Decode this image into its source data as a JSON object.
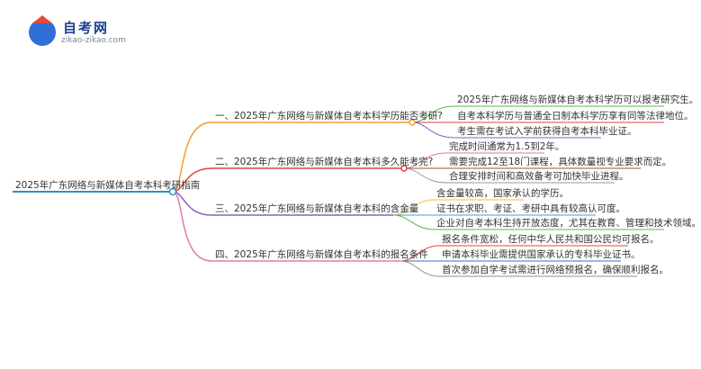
{
  "logo": {
    "title": "自考网",
    "url": "zikao-zikao.com"
  },
  "mindmap": {
    "root": "2025年广东网络与新媒体自考本科考研指南",
    "branches": [
      {
        "label": "一、2025年广东网络与新媒体自考本科学历能否考研?",
        "color": "#f39c34",
        "leaves": [
          {
            "text": "2025年广东网络与新媒体自考本科学历可以报考研究生。",
            "color": "#55b84a"
          },
          {
            "text": "自考本科学历与普通全日制本科学历享有同等法律地位。",
            "color": "#e0443c"
          },
          {
            "text": "考生需在考试入学前获得自考本科毕业证。",
            "color": "#8b5fc2"
          }
        ]
      },
      {
        "label": "二、2025年广东网络与新媒体自考本科多久能考完?",
        "color": "#e0443c",
        "leaves": [
          {
            "text": "完成时间通常为1.5到2年。",
            "color": "#e27a9e"
          },
          {
            "text": "需要完成12至18门课程，具体数量视专业要求而定。",
            "color": "#8e5a3a"
          },
          {
            "text": "合理安排时间和高效备考可加快毕业进程。",
            "color": "#9a9a9a"
          }
        ]
      },
      {
        "label": "三、2025年广东网络与新媒体自考本科的含金量",
        "color": "#8b5fc2",
        "leaves": [
          {
            "text": "含金量较高，国家承认的学历。",
            "color": "#f1c232"
          },
          {
            "text": "证书在求职、考证、考研中具有较高认可度。",
            "color": "#3aa3d6"
          },
          {
            "text": "企业对自考本科生持开放态度，尤其在教育、管理和技术领域。",
            "color": "#55b84a"
          }
        ]
      },
      {
        "label": "四、2025年广东网络与新媒体自考本科的报名条件",
        "color": "#e27ab0",
        "leaves": [
          {
            "text": "报名条件宽松，任何中华人民共和国公民均可报名。",
            "color": "#e0443c"
          },
          {
            "text": "申请本科毕业需提供国家承认的专科毕业证书。",
            "color": "#3a6fd6"
          },
          {
            "text": "首次参加自学考试需进行网络预报名，确保顺利报名。",
            "color": "#9a8e86"
          }
        ]
      }
    ]
  }
}
